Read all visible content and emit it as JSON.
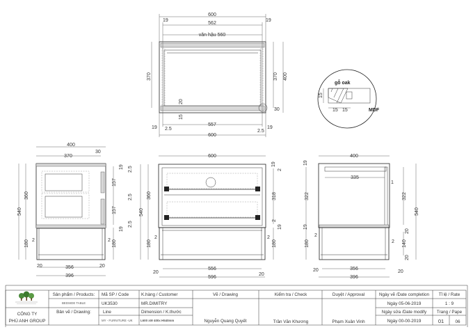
{
  "top_view": {
    "dims": [
      "600",
      "19",
      "562",
      "19",
      "văn hậu 560",
      "370",
      "370",
      "400",
      "20",
      "15",
      "30",
      "19",
      "2.5",
      "557",
      "2.5",
      "19",
      "600"
    ]
  },
  "detail": {
    "material_top": "gỗ oak",
    "material_side": "MDF",
    "dims": [
      "15",
      "15",
      "15"
    ]
  },
  "side_view": {
    "dims": [
      "400",
      "370",
      "30",
      "540",
      "360",
      "180",
      "157",
      "157",
      "180",
      "19",
      "2.5",
      "2.5",
      "2.5",
      "19",
      "2",
      "2",
      "356",
      "396",
      "20",
      "20"
    ]
  },
  "front_view": {
    "dims": [
      "600",
      "540",
      "360",
      "180",
      "318",
      "180",
      "19",
      "2",
      "2",
      "19",
      "2",
      "2",
      "20",
      "556",
      "20",
      "596"
    ]
  },
  "back_view": {
    "dims": [
      "400",
      "19",
      "335",
      "322",
      "322",
      "540",
      "19",
      "180",
      "140",
      "20",
      "20",
      "2",
      "2",
      "356",
      "20",
      "20",
      "396",
      "1"
    ]
  },
  "title_block": {
    "company_line1": "CÔNG TY",
    "company_line2": "PHÚ ANH GROUP",
    "products_label": "Sản phẩm / Products:",
    "products_value": "BEDSIDE TABLE",
    "drawing_label": "Bản vẽ / Drawing:",
    "code_label": "Mã SP / Code",
    "code_value": "UK3530",
    "line_label": "Line",
    "line_value": "MY - FURNITURE -UK",
    "customer_label": "K.hàng / Customer",
    "customer_value": "MR.DIMITRY",
    "dimension_label": "Dimension / K.thước",
    "dimension_value": "L600 xW 400x H540mm",
    "drawn_label": "Vẽ / Drawing",
    "drawn_value": "Nguyễn Quang Quyết",
    "check_label": "Kiểm tra / Check",
    "check_value": "Trần Văn Khương",
    "approval_label": "Duyệt / Approval",
    "approval_value": "Phạm Xuân Vinh",
    "date_completion_label": "Ngày vẽ /Date completion",
    "date_completion_value": "Ngày 05-06-2019",
    "date_modify_label": "Ngày sửa /Date modify",
    "date_modify_value": "Ngày 00-00-2019",
    "rate_label": "Tỉ lệ / Rate",
    "rate_value": "1 : 9",
    "page_label": "Trang / Pape",
    "page_value": "01",
    "page_total": "06"
  }
}
